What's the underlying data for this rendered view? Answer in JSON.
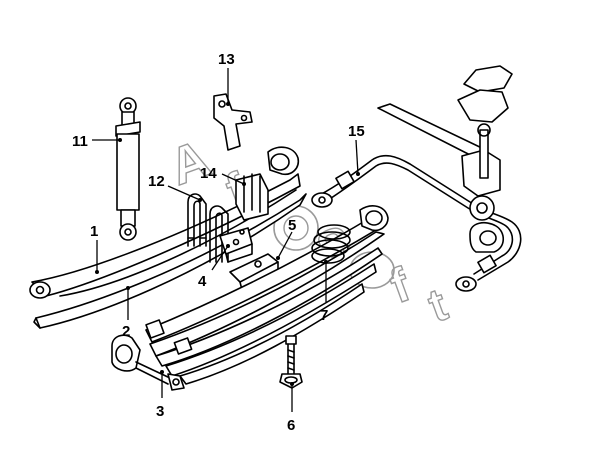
{
  "diagram": {
    "callouts": [
      {
        "id": "1",
        "text": "1"
      },
      {
        "id": "2",
        "text": "2"
      },
      {
        "id": "3",
        "text": "3"
      },
      {
        "id": "4",
        "text": "4"
      },
      {
        "id": "5",
        "text": "5"
      },
      {
        "id": "6",
        "text": "6"
      },
      {
        "id": "7",
        "text": "7"
      },
      {
        "id": "11",
        "text": "11"
      },
      {
        "id": "12",
        "text": "12"
      },
      {
        "id": "13",
        "text": "13"
      },
      {
        "id": "14",
        "text": "14"
      },
      {
        "id": "15",
        "text": "15"
      }
    ],
    "watermark": {
      "letters": [
        "A",
        "f",
        "©",
        "S",
        "O",
        "f",
        "t"
      ]
    }
  }
}
